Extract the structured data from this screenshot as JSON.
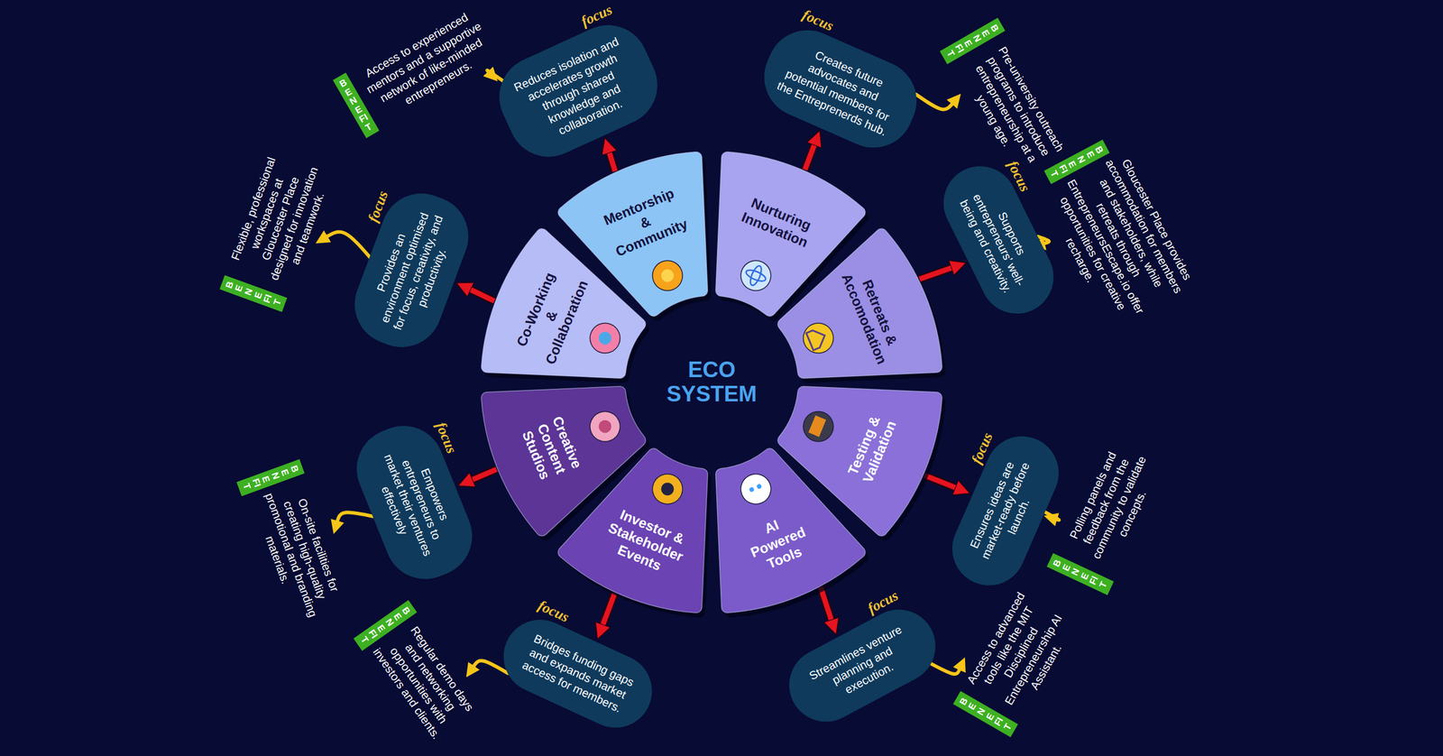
{
  "diagram": {
    "title": "ECO SYSTEM",
    "nodes": [
      {
        "text": [
          "Mentorship & Community"
        ]
      },
      {
        "text": [
          "focus",
          "Reduces isolation and accelerates growth through shared knowledge and collaboration."
        ]
      },
      {
        "text": [
          "BENEFIT",
          "Access to experienced mentors and a supportive network of like-minded entrepreneurs."
        ]
      },
      {
        "text": [
          "Nurturing Innovation"
        ]
      },
      {
        "text": [
          "focus",
          "Creates future advocates and potential members for the Entreprenerds hub."
        ]
      },
      {
        "text": [
          "BENEFIT",
          "Pre-university outreach programs to introduce entrepreneurship at a young age."
        ]
      },
      {
        "text": [
          "Retreats & Accomodation"
        ]
      },
      {
        "text": [
          "focus",
          "Supports entrepreneurs’ well-being and creativity."
        ]
      },
      {
        "text": [
          "BENEFIT",
          "Gloucester Place provides accommodation for members and stakeholders, while retreats through EntrepreneursEscape.io offer opportunities for creative recharge."
        ]
      },
      {
        "text": [
          "Testing & Validation"
        ]
      },
      {
        "text": [
          "focus",
          "Ensures ideas are market-ready before launch."
        ]
      },
      {
        "text": [
          "BENEFIT",
          "Polling panels and feedback from the community to validate concepts."
        ]
      },
      {
        "text": [
          "AI Powered Tools"
        ]
      },
      {
        "text": [
          "focus",
          "Streamlines venture planning and execution."
        ]
      },
      {
        "text": [
          "BENEFIT",
          "Access to advanced tools like the MIT Disciplined Entrepreneurship AI Assistant."
        ]
      },
      {
        "text": [
          "Investor & Stakeholder Events"
        ]
      },
      {
        "text": [
          "focus",
          "Bridges funding gaps and expands market access for members."
        ]
      },
      {
        "text": [
          "BENEFIT",
          "Regular demo days and networking opportunities with investors and clients."
        ]
      },
      {
        "text": [
          "Creative Content Studios"
        ]
      },
      {
        "text": [
          "focus",
          "Empowers entrepreneurs to market their ventures effectively"
        ]
      },
      {
        "text": [
          "BENEFIT",
          "On-site facilities for creating high-quality promotional and branding materials."
        ]
      },
      {
        "text": [
          "Co-Working & Collaboration"
        ]
      },
      {
        "text": [
          "focus",
          "Provides an environment optimised for focus, creativity, and productivity."
        ]
      },
      {
        "text": [
          "BENEFIT",
          "Flexible, professional workspaces at Gloucester Place designed for innovation and teamwork."
        ]
      }
    ],
    "edges": [
      {
        "from": 0,
        "to": 1,
        "arrow": "to"
      },
      {
        "from": 1,
        "to": 2,
        "arrow": "to"
      },
      {
        "from": 3,
        "to": 4,
        "arrow": "to"
      },
      {
        "from": 4,
        "to": 5,
        "arrow": "to"
      },
      {
        "from": 6,
        "to": 7,
        "arrow": "to"
      },
      {
        "from": 7,
        "to": 8,
        "arrow": "to"
      },
      {
        "from": 9,
        "to": 10,
        "arrow": "to"
      },
      {
        "from": 10,
        "to": 11,
        "arrow": "to"
      },
      {
        "from": 12,
        "to": 13,
        "arrow": "to"
      },
      {
        "from": 13,
        "to": 14,
        "arrow": "to"
      },
      {
        "from": 15,
        "to": 16,
        "arrow": "to"
      },
      {
        "from": 16,
        "to": 17,
        "arrow": "to"
      },
      {
        "from": 18,
        "to": 19,
        "arrow": "to"
      },
      {
        "from": 19,
        "to": 20,
        "arrow": "to"
      },
      {
        "from": 21,
        "to": 22,
        "arrow": "to"
      },
      {
        "from": 22,
        "to": 23,
        "arrow": "to"
      }
    ]
  }
}
